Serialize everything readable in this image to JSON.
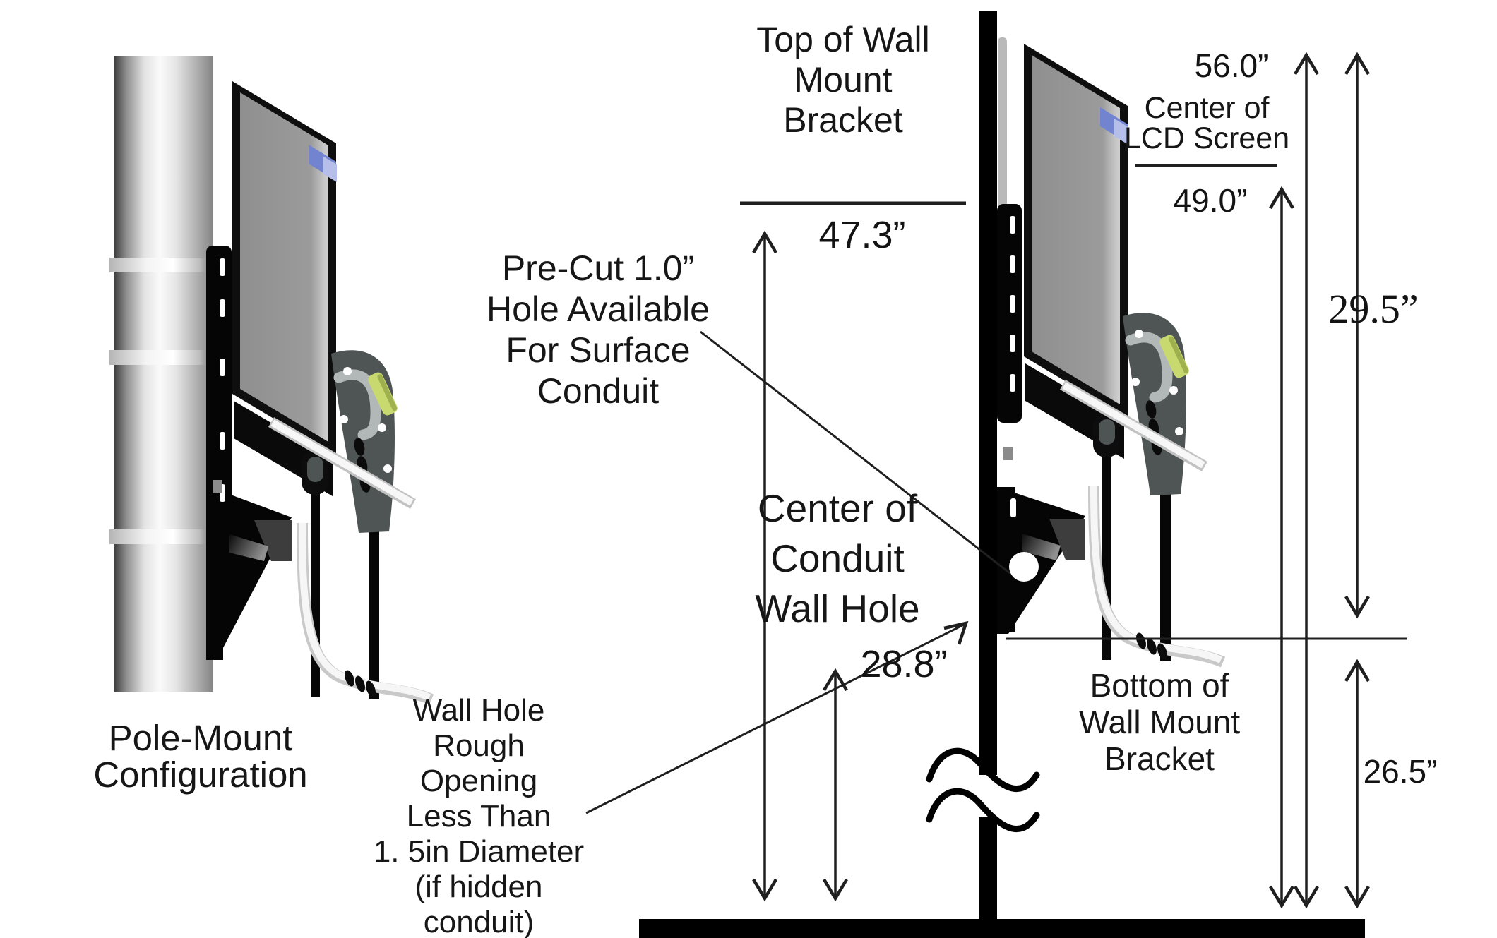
{
  "diagram": {
    "background": "#ffffff",
    "labels": {
      "top_bracket": {
        "lines": [
          "Top of Wall",
          "Mount",
          "Bracket"
        ]
      },
      "precut": {
        "lines": [
          "Pre-Cut 1.0”",
          "Hole Available",
          "For Surface",
          "Conduit"
        ]
      },
      "conduit_center": {
        "lines": [
          "Center of",
          "Conduit",
          "Wall Hole"
        ]
      },
      "wall_hole": {
        "lines": [
          "Wall Hole",
          "Rough",
          "Opening",
          "Less Than",
          "1. 5in Diameter",
          "(if hidden",
          "conduit)"
        ]
      },
      "pole_mount": {
        "lines": [
          "Pole-Mount",
          "Configuration"
        ]
      },
      "lcd_center": {
        "lines": [
          "Center of",
          "LCD Screen"
        ]
      },
      "bottom_bracket": {
        "lines": [
          "Bottom of",
          "Wall Mount",
          "Bracket"
        ]
      }
    },
    "dimensions": {
      "top_of_bracket_height": "47.3”",
      "conduit_hole_height": "28.8”",
      "screen_top_height": "56.0”",
      "lcd_center_height": "49.0”",
      "bracket_vertical_span": "29.5”",
      "bracket_bottom_height": "26.5”"
    },
    "colors": {
      "line": "#1f1f1f",
      "text": "#161616",
      "wall_black": "#000000",
      "panel_gray": "#989898",
      "sticker_blue": "#7283cf",
      "sticker_blue_light": "#b6bfe9",
      "handle_yellow": "#c8da6f",
      "arm_gray": "#4f5554",
      "arm_gray_light": "#b2b8b7"
    }
  }
}
